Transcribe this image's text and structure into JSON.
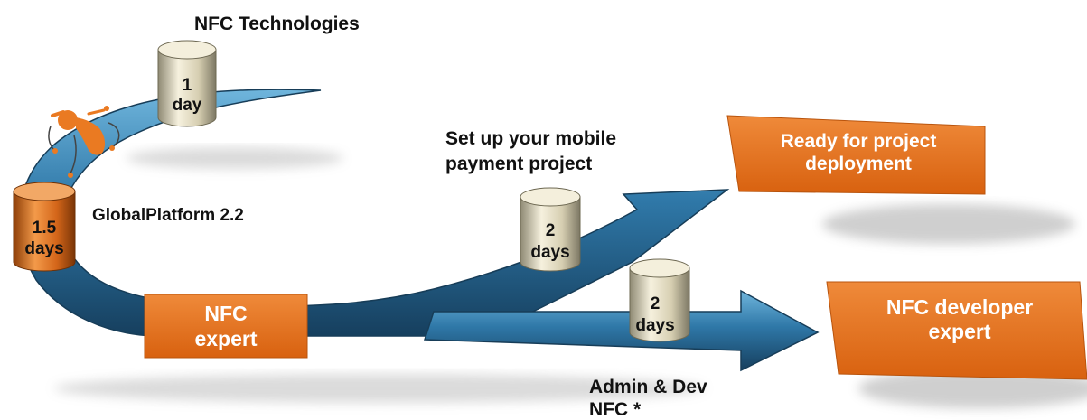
{
  "colors": {
    "arrow_dark": "#1f4f72",
    "arrow_light": "#4f9cc9",
    "box_orange": "#e4711c",
    "cylinder_cream": "#e7dfc3",
    "cylinder_orange": "#d9711e",
    "text": "#111111",
    "box_text": "#ffffff"
  },
  "labels": {
    "nfc_technologies": "NFC Technologies",
    "globalplatform": "GlobalPlatform 2.2",
    "mobile_payment_line1": "Set up your mobile",
    "mobile_payment_line2": "payment project",
    "admin_dev_line1": "Admin & Dev",
    "admin_dev_line2": "NFC *"
  },
  "cylinders": {
    "nfc_tech": {
      "line1": "1",
      "line2": "day"
    },
    "globalplatform": {
      "line1": "1.5",
      "line2": "days"
    },
    "mobile_payment": {
      "line1": "2",
      "line2": "days"
    },
    "admin_dev": {
      "line1": "2",
      "line2": "days"
    }
  },
  "boxes": {
    "nfc_expert": {
      "line1": "NFC",
      "line2": "expert"
    },
    "ready": {
      "line1": "Ready for project",
      "line2": "deployment"
    },
    "developer_expert": {
      "line1": "NFC developer",
      "line2": "expert"
    }
  },
  "icons": {
    "figure": "running-person-icon"
  }
}
